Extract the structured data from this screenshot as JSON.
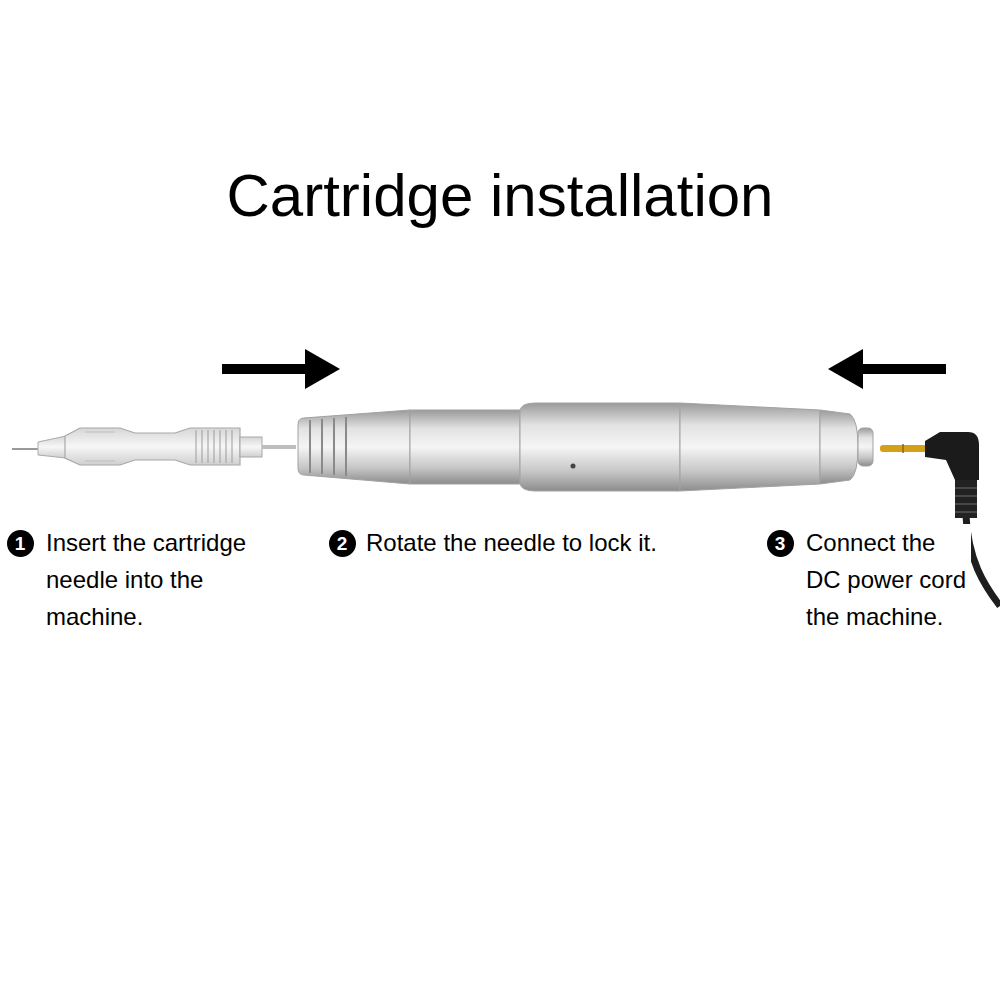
{
  "diagram": {
    "title": "Cartridge installation",
    "labels": [
      "1",
      "Insert the cartridge needle into the machine.",
      "2",
      "Rotate the needle to lock it.",
      "3",
      "Connect the DC power cord the machine."
    ]
  }
}
